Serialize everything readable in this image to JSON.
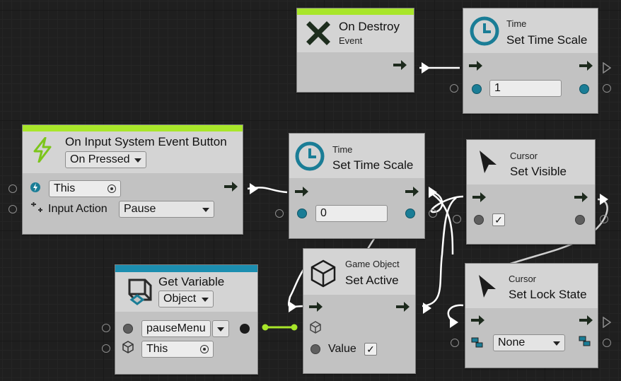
{
  "colors": {
    "event_bar": "#a8e62a",
    "get_variable_bar": "#1c8eb0",
    "wire_flow": "#ffffff",
    "wire_value": "#a8e62a",
    "node_bg": "#c3c3c3",
    "port_teal": "#1a7d96"
  },
  "nodes": {
    "on_destroy": {
      "title": "On Destroy",
      "subtitle": "Event",
      "icon": "close-x-icon"
    },
    "time_scale_top": {
      "kind": "Time",
      "title": "Set Time Scale",
      "value": "1",
      "icon": "clock-icon"
    },
    "input_event": {
      "title": "On Input System Event Button",
      "mode": "On Pressed",
      "target_label": "",
      "target_value": "This",
      "action_label": "Input Action",
      "action_value": "Pause",
      "icon": "lightning-icon"
    },
    "time_scale_mid": {
      "kind": "Time",
      "title": "Set Time Scale",
      "value": "0",
      "icon": "clock-icon"
    },
    "cursor_visible": {
      "kind": "Cursor",
      "title": "Set Visible",
      "checked": "✓",
      "icon": "cursor-arrow-icon"
    },
    "get_variable": {
      "title": "Get Variable",
      "scope": "Object",
      "name_value": "pauseMenu",
      "target_value": "This",
      "icon": "variable-cube-icon"
    },
    "set_active": {
      "kind": "Game Object",
      "title": "Set Active",
      "value_label": "Value",
      "checked": "✓",
      "icon": "cube-icon"
    },
    "cursor_lock": {
      "kind": "Cursor",
      "title": "Set Lock State",
      "value": "None",
      "icon": "cursor-arrow-icon"
    }
  }
}
